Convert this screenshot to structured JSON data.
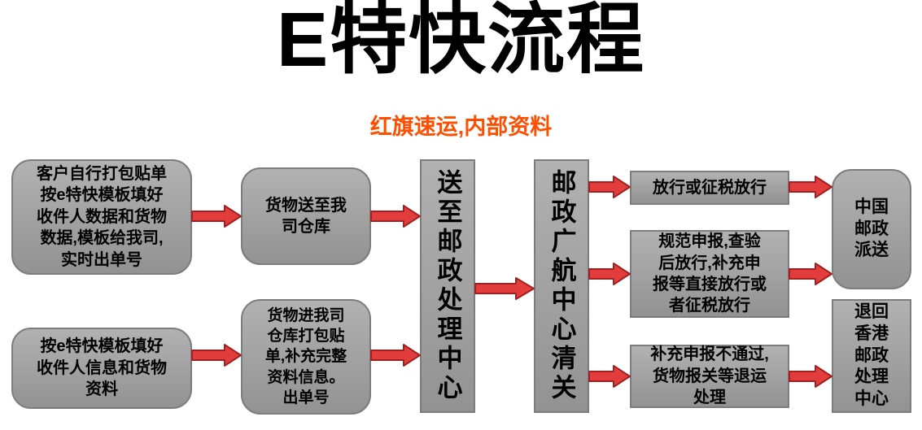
{
  "header": {
    "title": "E特快流程",
    "subtitle": "红旗速运,内部资料"
  },
  "boxes": {
    "self_pack": "客户自行打包贴单按e特快模板填好收件人数据和货物数据,模板给我司,实时出单号",
    "fill_template": "按e特快模板填好收件人信息和货物资料",
    "deliver_warehouse": "货物送至我司仓库",
    "warehouse_pack": "货物进我司仓库打包贴单,补充完整资料信息。出单号",
    "postal_center": "送至邮政处理中心",
    "customs_clearance": "邮政广航中心清关",
    "release": "放行或征税放行",
    "declare_release": "规范申报,查验后放行,补充申报等直接放行或者征税放行",
    "declare_fail": "补充申报不通过,货物报关等退运处理",
    "china_post": "中国邮政派送",
    "return_hk": "退回香港邮政处理中心"
  },
  "colors": {
    "box_fill": "#a3a3a3",
    "box_border": "#7d7d7d",
    "arrow_fill": "#e23c3c",
    "arrow_stroke": "#a02121",
    "subtitle": "#ff4e00"
  }
}
